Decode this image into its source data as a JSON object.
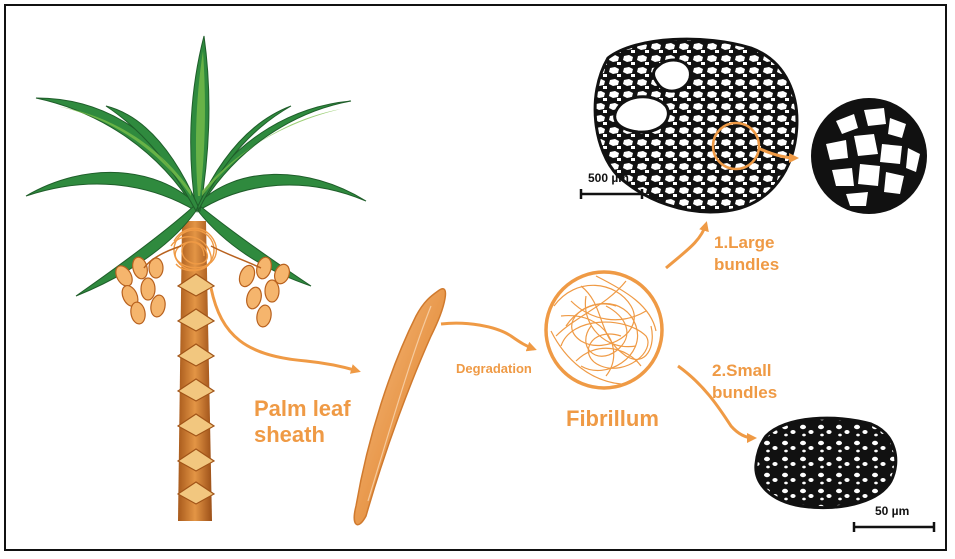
{
  "labels": {
    "sheath": "Palm leaf\nsheath",
    "degradation": "Degradation",
    "fibrillum": "Fibrillum",
    "large_bundles": "1.Large\nbundles",
    "small_bundles": "2.Small\nbundles"
  },
  "scale_bars": {
    "large": "500 µm",
    "small": "50 µm"
  },
  "colors": {
    "accent": "#ef9a45",
    "leaf_dark": "#2d7a3a",
    "leaf_light": "#7cc04a",
    "trunk": "#c8742a",
    "ink": "#111111"
  },
  "icons": [
    "date-palm-tree-icon",
    "leaf-sheath-icon",
    "fibrillum-mesh-icon",
    "large-bundle-cross-section-icon",
    "bundle-detail-icon",
    "small-bundle-cross-section-icon"
  ]
}
